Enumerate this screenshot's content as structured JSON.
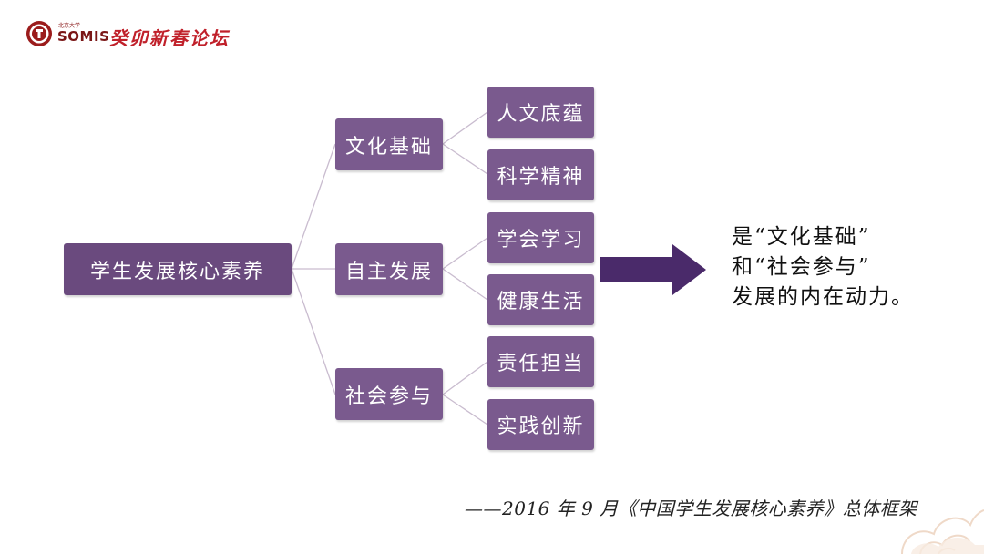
{
  "header": {
    "logo_small_text": "北京大学",
    "logo_text": "SOMIS",
    "forum_title": "癸卯新春论坛"
  },
  "diagram": {
    "root": "学生发展核心素养",
    "branches": [
      {
        "label": "文化基础",
        "children": [
          "人文底蕴",
          "科学精神"
        ]
      },
      {
        "label": "自主发展",
        "children": [
          "学会学习",
          "健康生活"
        ]
      },
      {
        "label": "社会参与",
        "children": [
          "责任担当",
          "实践创新"
        ]
      }
    ],
    "conclusion_lines": [
      "是“文化基础”",
      "和“社会参与”",
      "发展的内在动力。"
    ]
  },
  "source": "——2016 年 9 月《中国学生发展核心素养》总体框架",
  "colors": {
    "node": "#7a5a8e",
    "root": "#6a4a7e",
    "arrow": "#4a2a6a",
    "brand_red": "#c0202a"
  }
}
